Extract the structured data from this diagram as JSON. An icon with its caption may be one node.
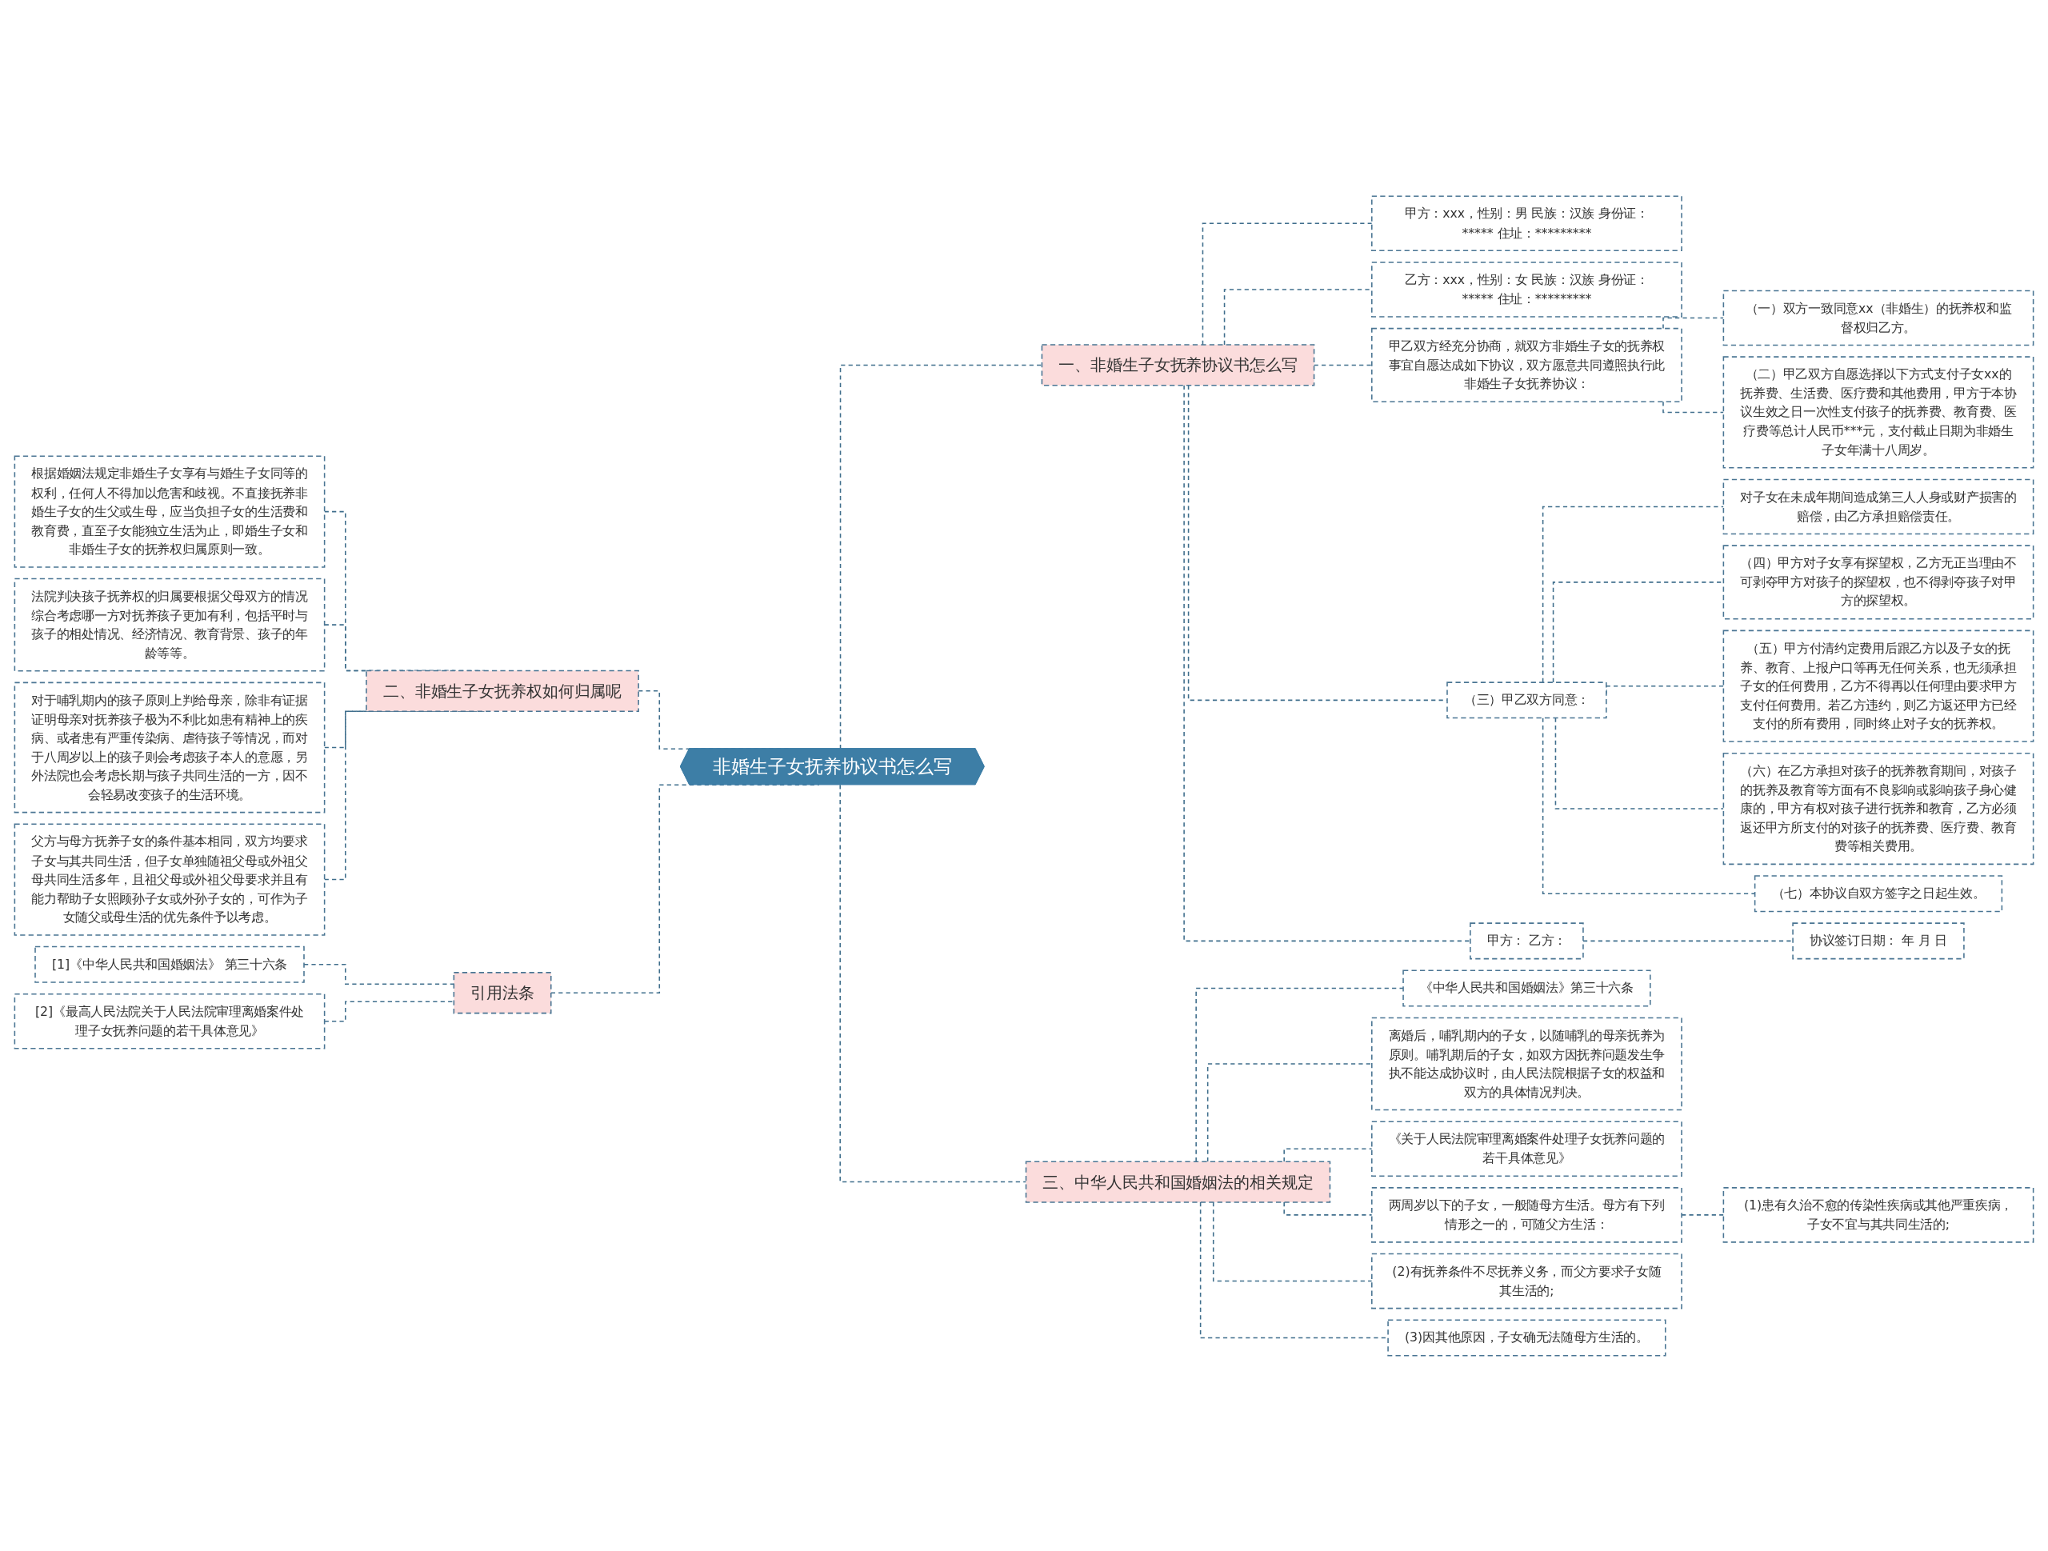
{
  "diagram": {
    "nodes": [
      {
        "text": [
          "非婚生子女抚养协议书怎么写"
        ]
      },
      {
        "text": [
          "一、非婚生子女抚养协议书怎么写"
        ]
      },
      {
        "text": [
          "甲方：xxx，性别：男 民族：汉族 身份证：***** 住址：*********"
        ]
      },
      {
        "text": [
          "乙方：xxx，性别：女 民族：汉族 身份证：***** 住址：*********"
        ]
      },
      {
        "text": [
          "甲乙双方经充分协商，就双方非婚生子女的抚养权事宜自愿达成如下协议，双方愿意共同遵照执行此非婚生子女抚养协议："
        ]
      },
      {
        "text": [
          "（一）双方一致同意xx（非婚生）的抚养权和监督权归乙方。"
        ]
      },
      {
        "text": [
          "（二）甲乙双方自愿选择以下方式支付子女xx的抚养费、生活费、医疗费和其他费用，甲方于本协议生效之日一次性支付孩子的抚养费、教育费、医疗费等总计人民币***元，支付截止日期为非婚生子女年满十八周岁。"
        ]
      },
      {
        "text": [
          "（三）甲乙双方同意："
        ]
      },
      {
        "text": [
          "对子女在未成年期间造成第三人人身或财产损害的赔偿，由乙方承担赔偿责任。"
        ]
      },
      {
        "text": [
          "（四）甲方对子女享有探望权，乙方无正当理由不可剥夺甲方对孩子的探望权，也不得剥夺孩子对甲方的探望权。"
        ]
      },
      {
        "text": [
          "（五）甲方付清约定费用后跟乙方以及子女的抚养、教育、上报户口等再无任何关系，也无须承担子女的任何费用，乙方不得再以任何理由要求甲方支付任何费用。若乙方违约，则乙方返还甲方已经支付的所有费用，同时终止对子女的抚养权。"
        ]
      },
      {
        "text": [
          "（六）在乙方承担对孩子的抚养教育期间，对孩子的抚养及教育等方面有不良影响或影响孩子身心健康的，甲方有权对孩子进行抚养和教育，乙方必须返还甲方所支付的对孩子的抚养费、医疗费、教育费等相关费用。"
        ]
      },
      {
        "text": [
          "（七）本协议自双方签字之日起生效。"
        ]
      },
      {
        "text": [
          "甲方： 乙方："
        ]
      },
      {
        "text": [
          "协议签订日期： 年 月 日"
        ]
      },
      {
        "text": [
          "三、中华人民共和国婚姻法的相关规定"
        ]
      },
      {
        "text": [
          "《中华人民共和国婚姻法》第三十六条"
        ]
      },
      {
        "text": [
          "离婚后，哺乳期内的子女，以随哺乳的母亲抚养为原则。哺乳期后的子女，如双方因抚养问题发生争执不能达成协议时，由人民法院根据子女的权益和双方的具体情况判决。"
        ]
      },
      {
        "text": [
          "《关于人民法院审理离婚案件处理子女抚养问题的若干具体意见》"
        ]
      },
      {
        "text": [
          "两周岁以下的子女，一般随母方生活。母方有下列情形之一的，可随父方生活："
        ]
      },
      {
        "text": [
          "(1)患有久治不愈的传染性疾病或其他严重疾病，子女不宜与其共同生活的;"
        ]
      },
      {
        "text": [
          "(2)有抚养条件不尽抚养义务，而父方要求子女随其生活的;"
        ]
      },
      {
        "text": [
          "(3)因其他原因，子女确无法随母方生活的。"
        ]
      },
      {
        "text": [
          "二、非婚生子女抚养权如何归属呢"
        ]
      },
      {
        "text": [
          "根据婚姻法规定非婚生子女享有与婚生子女同等的权利，任何人不得加以危害和歧视。不直接抚养非婚生子女的生父或生母，应当负担子女的生活费和教育费，直至子女能独立生活为止，即婚生子女和非婚生子女的抚养权归属原则一致。"
        ]
      },
      {
        "text": [
          "法院判决孩子抚养权的归属要根据父母双方的情况综合考虑哪一方对抚养孩子更加有利，包括平时与孩子的相处情况、经济情况、教育背景、孩子的年龄等等。"
        ]
      },
      {
        "text": [
          "对于哺乳期内的孩子原则上判给母亲，除非有证据证明母亲对抚养孩子极为不利比如患有精神上的疾病、或者患有严重传染病、虐待孩子等情况，而对于八周岁以上的孩子则会考虑孩子本人的意愿，另外法院也会考虑长期与孩子共同生活的一方，因不会轻易改变孩子的生活环境。"
        ]
      },
      {
        "text": [
          "父方与母方抚养子女的条件基本相同，双方均要求子女与其共同生活，但子女单独随祖父母或外祖父母共同生活多年，且祖父母或外祖父母要求并且有能力帮助子女照顾孙子女或外孙子女的，可作为子女随父或母生活的优先条件予以考虑。"
        ]
      },
      {
        "text": [
          "引用法条"
        ]
      },
      {
        "text": [
          "[1]《中华人民共和国婚姻法》 第三十六条"
        ]
      },
      {
        "text": [
          "[2]《最高人民法院关于人民法院审理离婚案件处理子女抚养问题的若干具体意见》"
        ]
      }
    ],
    "edges": [
      {
        "from": 0,
        "to": 1,
        "arrow": "none",
        "style": "dashed"
      },
      {
        "from": 1,
        "to": 2,
        "arrow": "none",
        "style": "dashed"
      },
      {
        "from": 1,
        "to": 3,
        "arrow": "none",
        "style": "dashed"
      },
      {
        "from": 1,
        "to": 4,
        "arrow": "none",
        "style": "dashed"
      },
      {
        "from": 4,
        "to": 5,
        "arrow": "none",
        "style": "dashed"
      },
      {
        "from": 4,
        "to": 6,
        "arrow": "none",
        "style": "dashed"
      },
      {
        "from": 1,
        "to": 7,
        "arrow": "none",
        "style": "dashed"
      },
      {
        "from": 7,
        "to": 8,
        "arrow": "none",
        "style": "dashed"
      },
      {
        "from": 7,
        "to": 9,
        "arrow": "none",
        "style": "dashed"
      },
      {
        "from": 7,
        "to": 10,
        "arrow": "none",
        "style": "dashed"
      },
      {
        "from": 7,
        "to": 11,
        "arrow": "none",
        "style": "dashed"
      },
      {
        "from": 7,
        "to": 12,
        "arrow": "none",
        "style": "dashed"
      },
      {
        "from": 1,
        "to": 13,
        "arrow": "none",
        "style": "dashed"
      },
      {
        "from": 13,
        "to": 14,
        "arrow": "none",
        "style": "dashed"
      },
      {
        "from": 0,
        "to": 15,
        "arrow": "none",
        "style": "dashed"
      },
      {
        "from": 15,
        "to": 16,
        "arrow": "none",
        "style": "dashed"
      },
      {
        "from": 15,
        "to": 17,
        "arrow": "none",
        "style": "dashed"
      },
      {
        "from": 15,
        "to": 18,
        "arrow": "none",
        "style": "dashed"
      },
      {
        "from": 15,
        "to": 19,
        "arrow": "none",
        "style": "dashed"
      },
      {
        "from": 19,
        "to": 20,
        "arrow": "none",
        "style": "dashed"
      },
      {
        "from": 15,
        "to": 21,
        "arrow": "none",
        "style": "dashed"
      },
      {
        "from": 15,
        "to": 22,
        "arrow": "none",
        "style": "dashed"
      },
      {
        "from": 0,
        "to": 23,
        "arrow": "none",
        "style": "dashed"
      },
      {
        "from": 23,
        "to": 24,
        "arrow": "none",
        "style": "dashed"
      },
      {
        "from": 23,
        "to": 25,
        "arrow": "none",
        "style": "dashed"
      },
      {
        "from": 23,
        "to": 26,
        "arrow": "none",
        "style": "dashed"
      },
      {
        "from": 23,
        "to": 27,
        "arrow": "none",
        "style": "dashed"
      },
      {
        "from": 0,
        "to": 28,
        "arrow": "none",
        "style": "dashed"
      },
      {
        "from": 28,
        "to": 29,
        "arrow": "none",
        "style": "dashed"
      },
      {
        "from": 28,
        "to": 30,
        "arrow": "none",
        "style": "dashed"
      }
    ]
  }
}
